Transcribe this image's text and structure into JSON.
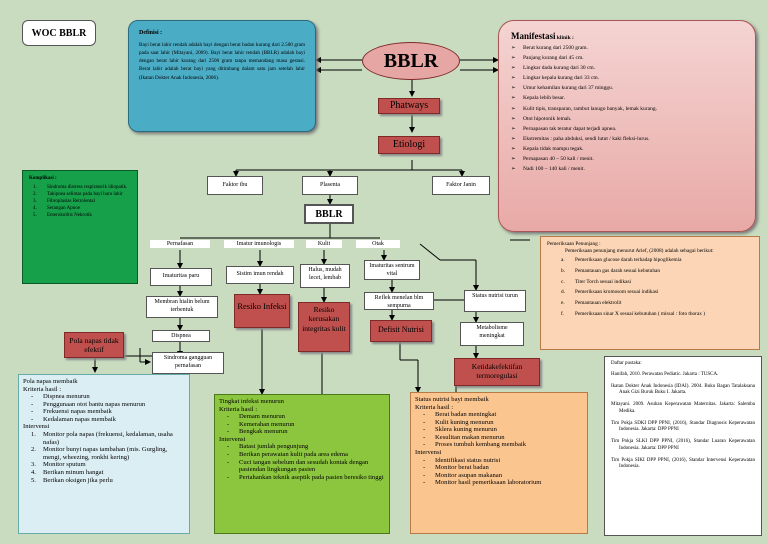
{
  "title": "WOC BBLR",
  "center": "BBLR",
  "phatways": "Phatways",
  "etiologi": "Etiologi",
  "definisi": {
    "heading": "Definisi :",
    "text": "Bayi berat lahir rendah adalah bayi dengan berat badan kurang dari 2.500 gram pada saat lahir (Mitayani, 2009). Bayi berat lahir rendah (BBLR) adalah bayi dengan berat lahir kurang dari 2500 gram tanpa memandang masa gestasi. Berat lahir adalah berat bayi yang ditimbang dalam satu jam setelah lahir (Ikatan Dokter Anak Indonesia, 2006)."
  },
  "manifestasi": {
    "heading": "Manifestasi",
    "heading_suffix": " klinik :",
    "items": [
      "Berat kurang dari 2500 gram.",
      "Panjang kurang dari 45 cm.",
      "Lingkar dada kurang dari 30 cm.",
      "Lingkar kepala kurang dari 33 cm.",
      "Umur kehamilan kurang dari 37 minggu.",
      "Kepala lebih besar.",
      "Kulit tipis, transparan, rambut lanugo banyak, lemak kurang.",
      "Otot hipotonik lemah.",
      "Pernapasan tak teratur dapat terjadi apnea.",
      "Ekstremitas : paha abduksi, sendi lutut / kaki fleksi-lurus.",
      "Kepala tidak mampu tegak.",
      "Pernapasan 40 – 50 kali / menit.",
      "Nadi 100 – 140 kali / menit."
    ]
  },
  "komplikasi": {
    "heading": "Komplikasi :",
    "items": [
      "Sindroma distress respiratorik idiopatik.",
      "Takipnea selintas pada bayi baru lahir",
      "Fibroplasias Retrolental",
      "Serangan Apnoe",
      "Enterokolitis Nekrotik"
    ]
  },
  "faktor": {
    "ibu": "Faktor ibu",
    "plasenta": "Plasenta",
    "janin": "Faktor Janin"
  },
  "bblr2": "BBLR",
  "branches": {
    "pernafasan": "Pernafasan",
    "imatur": "Imatur imunologis",
    "kulit": "Kulit",
    "otak": "Otak"
  },
  "nodes": {
    "imaturitas_paru": "Imaturitas paru",
    "sistem_imun": "Sistim imun rendah",
    "halus": "Halus, mudah lecet, lembab",
    "imaturitas_saraf": "Imaturitas sentrum vital",
    "membran": "Membran hialin belum terbentuk",
    "dispnea": "Dispnea",
    "sindroma": "Sindroma gangguan pernafasan",
    "refleks": "Reflek menelan blm sempurna",
    "status_nutrisi": "Status nutrisi turun",
    "metabolisme": "Metabolisme meningkat"
  },
  "diagnoses": {
    "pola_napas": "Pola napas tidak efektif",
    "resiko_infeksi": "Resiko Infeksi",
    "resiko_kulit": "Resiko kerusakan integritas kulit",
    "defisit_nutrisi": "Defisit Nutrisi",
    "ketidakefektifan": "Ketidakefektifan termoregulasi"
  },
  "pemeriksaan": {
    "heading": "Pemeriksaan Penunjang :",
    "intro": "Pemeriksaan penunjang menurut Arief, (2008) adalah sebagai berikut:",
    "items": [
      {
        "k": "a.",
        "t": "Pemeriksaan glucose darah terhadap hipoglikemia"
      },
      {
        "k": "b.",
        "t": "Pemantauan gas darah sesuai kebutuhan"
      },
      {
        "k": "c.",
        "t": "Titer Torch sesuai indikasi"
      },
      {
        "k": "d.",
        "t": "Pemeriksaan kromosom sesuai indikasi"
      },
      {
        "k": "e.",
        "t": "Pemantauan elektrolit"
      },
      {
        "k": "f.",
        "t": "Pemeriksaan sinar X sesuai kebutuhan ( missal : foto thorax )"
      }
    ]
  },
  "pola_box": {
    "title": "Pola napas membaik",
    "kriteria": "Kriteria hasil :",
    "kriteria_items": [
      "Dispnea menurun",
      "Penggunaan otot bantu napas menurun",
      "Frekuensi napas membaik",
      "Kedalaman napas membaik"
    ],
    "intervensi": "Intervensi",
    "intervensi_items": [
      "Monitor pola napas (frekuensi, kedalaman, usaha nafas)",
      "Monitor bunyi napas tambahan (mis. Gurgling, mengi, wheezing, ronkhi kering)",
      "Monitor sputum",
      "Berikan minum hangat",
      "Berikan oksigen jika perlu"
    ]
  },
  "infeksi_box": {
    "title": "Tingkat infeksi menurun",
    "kriteria": "Kriteria hasil :",
    "kriteria_items": [
      "Demam menurun",
      "Kemerahan menurun",
      "Bengkak menurun"
    ],
    "intervensi": "Intervensi",
    "intervensi_items": [
      "Batasi jumlah pengunjung",
      "Berikan perawatan kulit pada area edema",
      "Cuci tangan sebelum dan sesudah kontak dengan pasiendan lingkungan pasien",
      "Pertahankan teknik aseptik pada pasien beresiko tinggi"
    ]
  },
  "nutrisi_box": {
    "title": "Status nutrisi  bayi  membaik",
    "kriteria": "Kriteria hasil :",
    "kriteria_items": [
      "Berat badan meningkat",
      "Kulit kuning menurun",
      "Sklera kuning menurun",
      "Kesulitan makan menurun",
      "Proses tumbuh kembang membaik"
    ],
    "intervensi": "Intervensi",
    "intervensi_items": [
      "Identifikasi status nutrisi",
      "Monitor berat badan",
      "Monitor asupan makanan",
      "Monitor hasil pemeriksaan laboratorium"
    ]
  },
  "pustaka": {
    "heading": "Daftar pustaka:",
    "refs": [
      "Hanifah, 2010. Perawatan Pediatic. Jakarta : TUSCA.",
      "Ikatan Dokter Anak Indonesia (IDAI). 2004. Buku Bagan Tatalaksana Anak Gizi Buruk Buku I. Jakarta.",
      "Mitayani. 2009. Asuhan Keperawatan Maternitas. Jakarta: Salemba Medika.",
      "Tim Pokja SDKI DPP PPNI, (2016), Standar Diagnosis Keperawatan Indonesia. Jakarta: DPP PPNI",
      "Tim Pokja SLKI DPP PPNI, (2016), Standar Luaran Keperawatan Indonesia. Jakarta: DPP PPNI",
      "Tim Pokja SIKI DPP PPNI, (2016), Standar Intervensi Keperawatan Indonesia."
    ]
  }
}
